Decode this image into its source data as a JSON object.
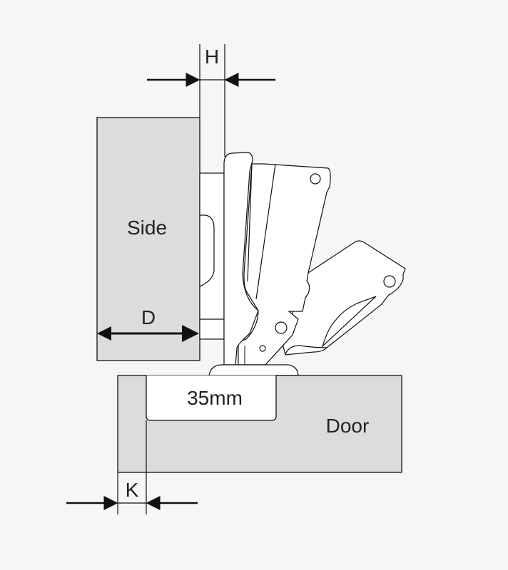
{
  "labels": {
    "h": "H",
    "side": "Side",
    "d": "D",
    "cup": "35mm",
    "door": "Door",
    "k": "K"
  },
  "colors": {
    "background": "#f6f6f6",
    "panel": "#dcdcdc",
    "stroke": "#111111"
  }
}
